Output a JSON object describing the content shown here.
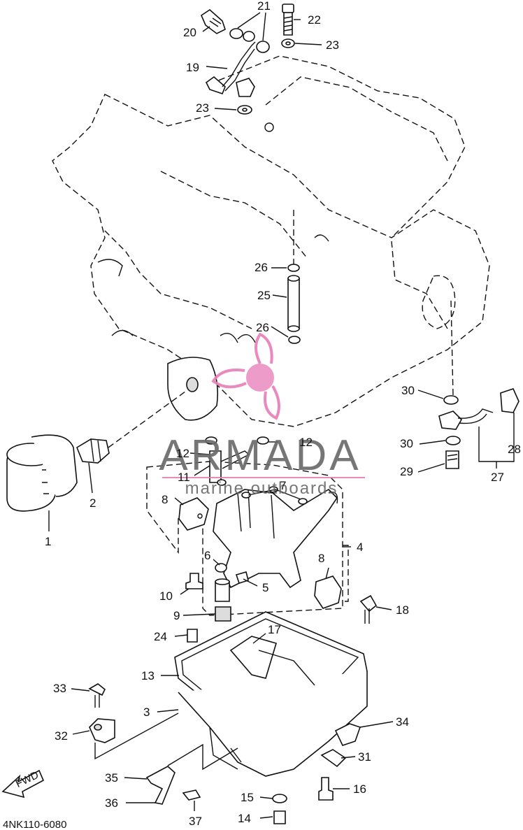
{
  "diagram_code": "4NK110-6080",
  "fwd_label": "FWD",
  "watermark": {
    "brand": "ARMADA",
    "tagline": "marine outboards",
    "accent_color": "#e87fb8"
  },
  "callouts": [
    {
      "id": "c1",
      "label": "1"
    },
    {
      "id": "c2",
      "label": "2"
    },
    {
      "id": "c3",
      "label": "3"
    },
    {
      "id": "c4",
      "label": "4"
    },
    {
      "id": "c5",
      "label": "5"
    },
    {
      "id": "c6",
      "label": "6"
    },
    {
      "id": "c7",
      "label": "7"
    },
    {
      "id": "c8a",
      "label": "8"
    },
    {
      "id": "c8b",
      "label": "8"
    },
    {
      "id": "c9",
      "label": "9"
    },
    {
      "id": "c10",
      "label": "10"
    },
    {
      "id": "c11",
      "label": "11"
    },
    {
      "id": "c12a",
      "label": "12"
    },
    {
      "id": "c12b",
      "label": "12"
    },
    {
      "id": "c13",
      "label": "13"
    },
    {
      "id": "c14",
      "label": "14"
    },
    {
      "id": "c15",
      "label": "15"
    },
    {
      "id": "c16",
      "label": "16"
    },
    {
      "id": "c17",
      "label": "17"
    },
    {
      "id": "c18",
      "label": "18"
    },
    {
      "id": "c19",
      "label": "19"
    },
    {
      "id": "c20",
      "label": "20"
    },
    {
      "id": "c21",
      "label": "21"
    },
    {
      "id": "c22",
      "label": "22"
    },
    {
      "id": "c23a",
      "label": "23"
    },
    {
      "id": "c23b",
      "label": "23"
    },
    {
      "id": "c24",
      "label": "24"
    },
    {
      "id": "c25",
      "label": "25"
    },
    {
      "id": "c26a",
      "label": "26"
    },
    {
      "id": "c26b",
      "label": "26"
    },
    {
      "id": "c27",
      "label": "27"
    },
    {
      "id": "c28",
      "label": "28"
    },
    {
      "id": "c29",
      "label": "29"
    },
    {
      "id": "c30a",
      "label": "30"
    },
    {
      "id": "c30b",
      "label": "30"
    },
    {
      "id": "c31",
      "label": "31"
    },
    {
      "id": "c32",
      "label": "32"
    },
    {
      "id": "c33",
      "label": "33"
    },
    {
      "id": "c34",
      "label": "34"
    },
    {
      "id": "c35",
      "label": "35"
    },
    {
      "id": "c36",
      "label": "36"
    },
    {
      "id": "c37",
      "label": "37"
    }
  ]
}
